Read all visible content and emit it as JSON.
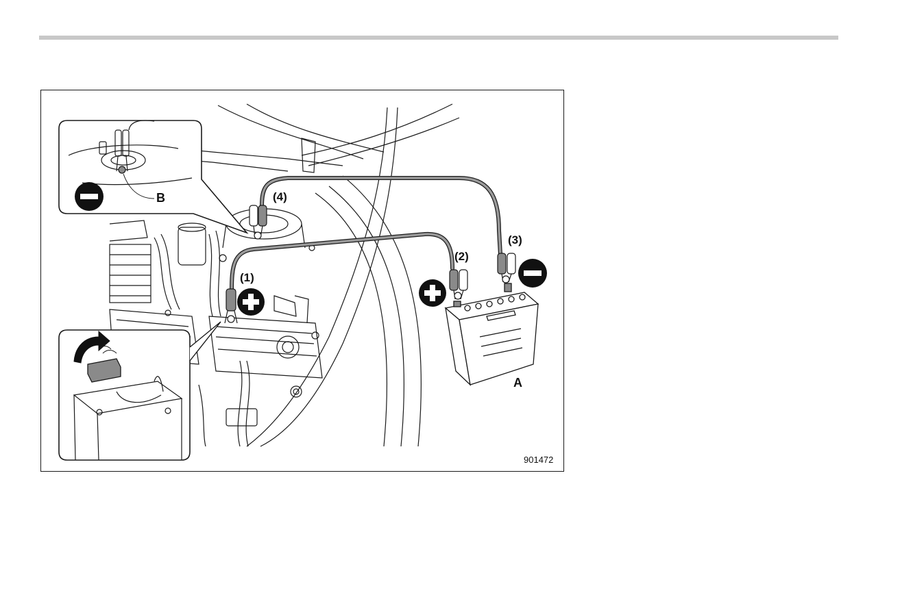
{
  "figure": {
    "figure_number": "901472",
    "labels": {
      "clamp_1": "(1)",
      "clamp_2": "(2)",
      "clamp_3": "(3)",
      "clamp_4": "(4)",
      "battery": "A",
      "ground_point": "B"
    },
    "icons": {
      "positive": "plus-circle-icon",
      "negative": "minus-circle-icon",
      "cover_arrow": "curved-arrow-icon"
    },
    "colors": {
      "line": "#1a1a1a",
      "clamp_fill": "#8a8a8a",
      "cable": "#9a9a9a",
      "badge": "#111111",
      "rule": "#c8c8c8"
    }
  }
}
